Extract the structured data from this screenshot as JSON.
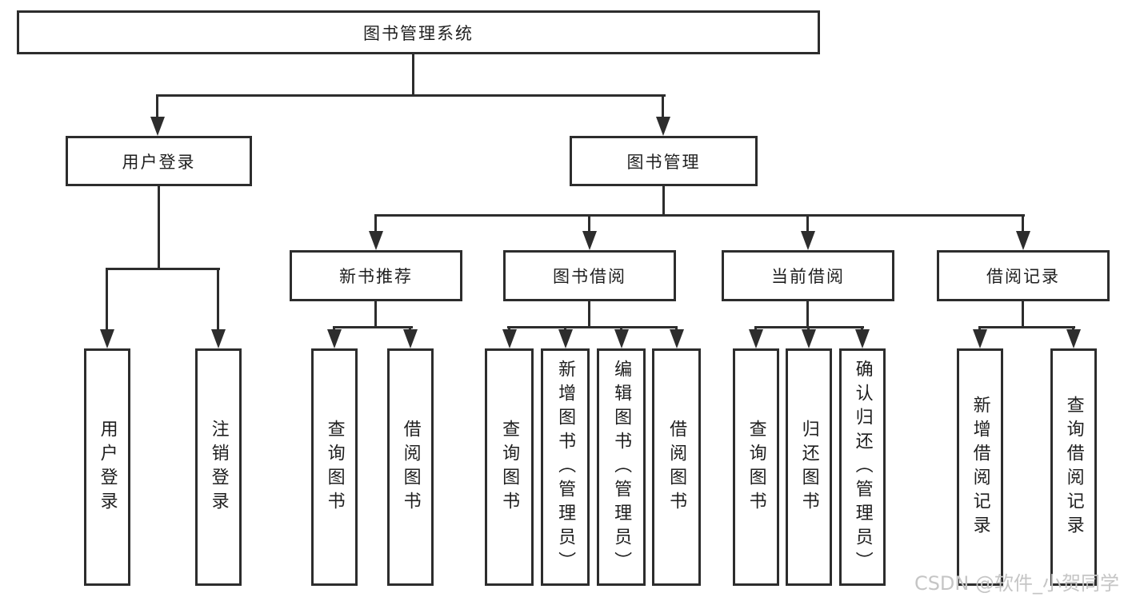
{
  "colors": {
    "line": "#2d2d2d",
    "text": "#1f1f1f",
    "watermark": "#c5c5c5",
    "bg": "#ffffff"
  },
  "diagram": {
    "title": "图书管理系统",
    "branches": [
      {
        "label": "用户登录",
        "children": [
          {
            "label": "用户登录"
          },
          {
            "label": "注销登录"
          }
        ]
      },
      {
        "label": "图书管理",
        "children": [
          {
            "label": "新书推荐",
            "children": [
              {
                "label": "查询图书"
              },
              {
                "label": "借阅图书"
              }
            ]
          },
          {
            "label": "图书借阅",
            "children": [
              {
                "label": "查询图书"
              },
              {
                "label": "新增图书（管理员）"
              },
              {
                "label": "编辑图书（管理员）"
              },
              {
                "label": "借阅图书"
              }
            ]
          },
          {
            "label": "当前借阅",
            "children": [
              {
                "label": "查询图书"
              },
              {
                "label": "归还图书"
              },
              {
                "label": "确认归还（管理员）"
              }
            ]
          },
          {
            "label": "借阅记录",
            "children": [
              {
                "label": "新增借阅记录"
              },
              {
                "label": "查询借阅记录"
              }
            ]
          }
        ]
      }
    ]
  },
  "watermark": {
    "text": "CSDN @软件_小贺同学"
  }
}
